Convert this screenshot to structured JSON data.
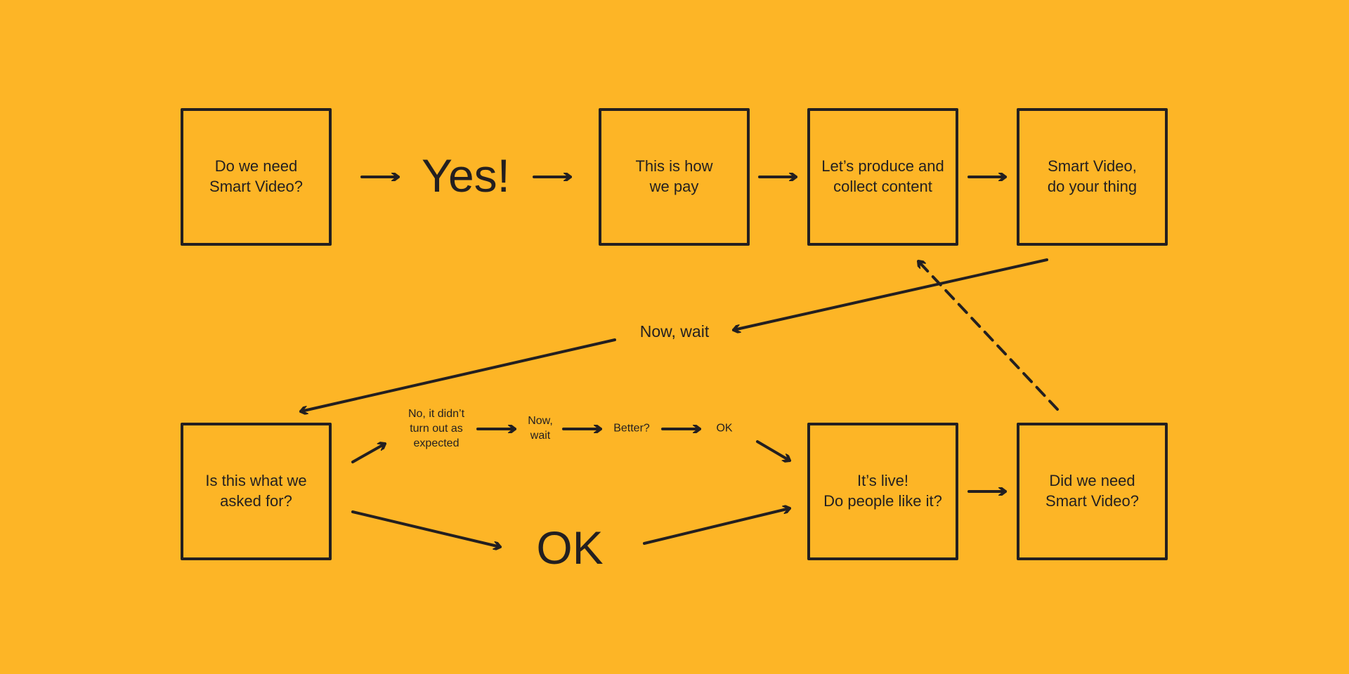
{
  "colors": {
    "background": "#FDB526",
    "ink": "#231F20"
  },
  "boxes": {
    "need": "Do we need\nSmart Video?",
    "pay": "This is how\nwe pay",
    "produce": "Let’s produce and\ncollect content",
    "thing": "Smart Video,\ndo your thing",
    "asked": "Is this what we\nasked for?",
    "live": "It’s live!\nDo people like it?",
    "did_need": "Did we need\nSmart Video?"
  },
  "labels": {
    "yes": "Yes!",
    "now_wait": "Now, wait",
    "no_expected": "No, it didn’t\nturn out as\nexpected",
    "now_wait_small": "Now,\nwait",
    "better": "Better?",
    "ok_small": "OK",
    "ok_big": "OK"
  }
}
